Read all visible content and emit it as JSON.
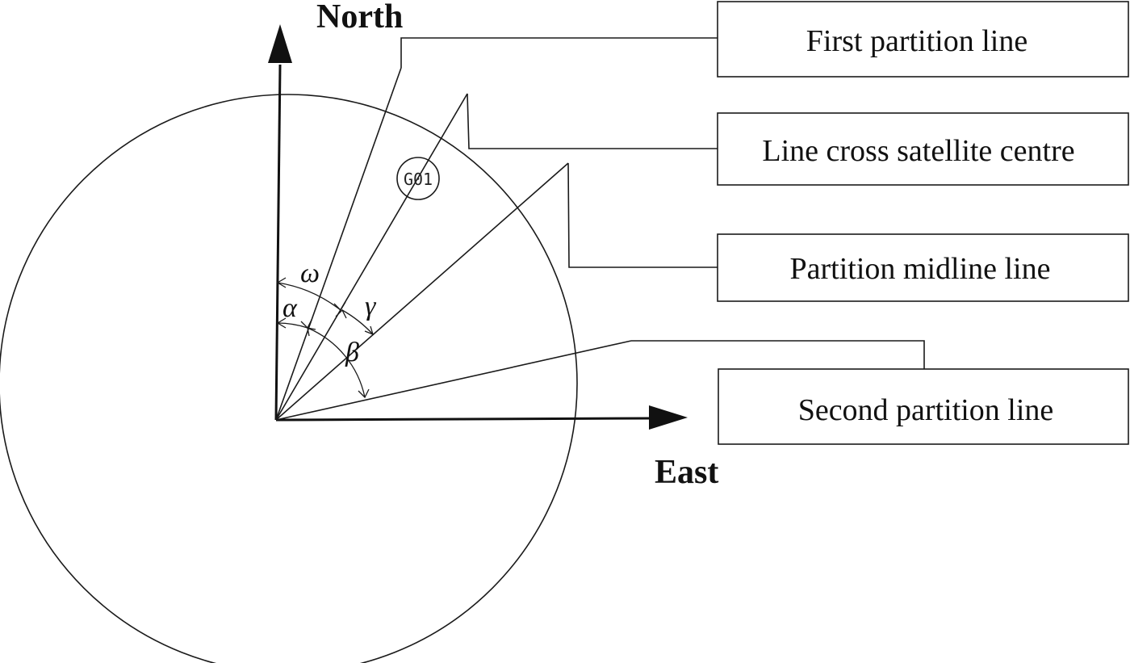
{
  "axes": {
    "north_label": "North",
    "east_label": "East"
  },
  "angles": {
    "omega": "ω",
    "alpha": "α",
    "gamma": "γ",
    "beta": "β"
  },
  "satellite": {
    "label": "G01"
  },
  "callouts": {
    "first_partition": "First partition line",
    "line_cross_satellite": "Line cross satellite centre",
    "partition_midline": "Partition midline line",
    "second_partition": "Second partition line"
  }
}
